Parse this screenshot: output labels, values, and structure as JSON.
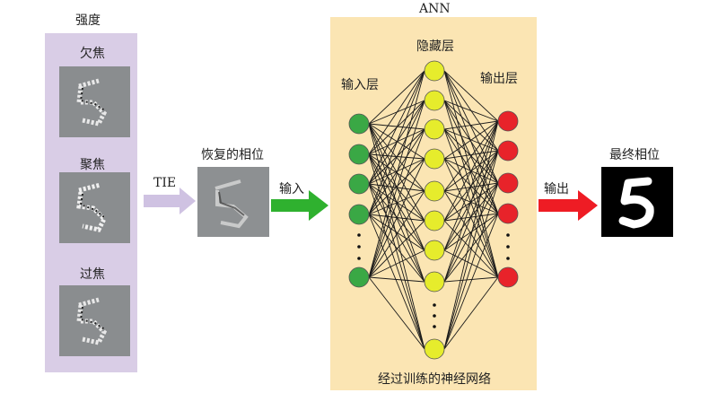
{
  "colors": {
    "intensity_panel": "#d9cde6",
    "ann_panel": "#fbe5b3",
    "arrow_tie": "#cfc2e2",
    "arrow_input": "#2fb12f",
    "arrow_output": "#ee1c24",
    "input_node": "#3aa845",
    "hidden_node": "#e6ec2c",
    "output_node": "#e8232a",
    "thumb_gray": "#8a8d8f"
  },
  "intensity": {
    "title": "强度",
    "images": [
      {
        "label": "欠焦"
      },
      {
        "label": "聚焦"
      },
      {
        "label": "过焦"
      }
    ]
  },
  "arrows": {
    "tie": "TIE",
    "input": "输入",
    "output": "输出"
  },
  "recovered": {
    "label": "恢复的相位"
  },
  "ann": {
    "title": "ANN",
    "input_layer": "输入层",
    "hidden_layer": "隐藏层",
    "output_layer": "输出层",
    "caption": "经过训练的神经网络"
  },
  "final": {
    "label": "最终相位",
    "digit": "5"
  }
}
